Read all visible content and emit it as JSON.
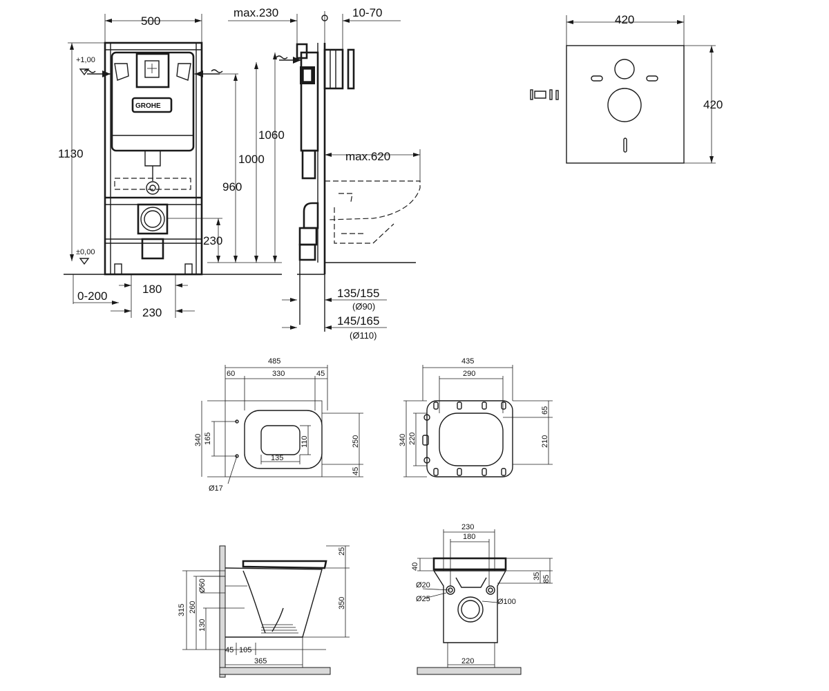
{
  "brand": "GROHE",
  "frame_front": {
    "width": "500",
    "height": "1130",
    "level_top": "+1,00",
    "level_bottom": "±0,00",
    "offset": "0-200",
    "bolt_spacing": "180",
    "foot_spacing": "230",
    "drain_height": "230",
    "h960": "960",
    "h1000": "1000",
    "h1060": "1060"
  },
  "frame_side": {
    "max_depth": "max.230",
    "button_depth": "10-70",
    "max_projection": "max.620",
    "pipe_90": "135/155",
    "pipe_90_dia": "(Ø90)",
    "pipe_110": "145/165",
    "pipe_110_dia": "(Ø110)"
  },
  "sound_pad": {
    "width": "420",
    "height": "420"
  },
  "bowl_top": {
    "length": "485",
    "w60": "60",
    "w330": "330",
    "w45": "45",
    "h340": "340",
    "h165": "165",
    "h110": "110",
    "w135": "135",
    "h250": "250",
    "h45": "45",
    "hole": "Ø17"
  },
  "seat_top": {
    "width": "435",
    "inner": "290",
    "h340": "340",
    "h220": "220",
    "h210": "210",
    "h65": "65"
  },
  "bowl_side": {
    "h25": "25",
    "h350": "350",
    "h315": "315",
    "h260": "260",
    "h130": "130",
    "d60": "Ø60",
    "w45": "45",
    "w105": "105",
    "w365": "365"
  },
  "bowl_back": {
    "w230": "230",
    "w180": "180",
    "h40": "40",
    "h35": "35",
    "h85": "85",
    "d20": "Ø20",
    "d25": "Ø25",
    "d100": "Ø100",
    "w220": "220"
  }
}
